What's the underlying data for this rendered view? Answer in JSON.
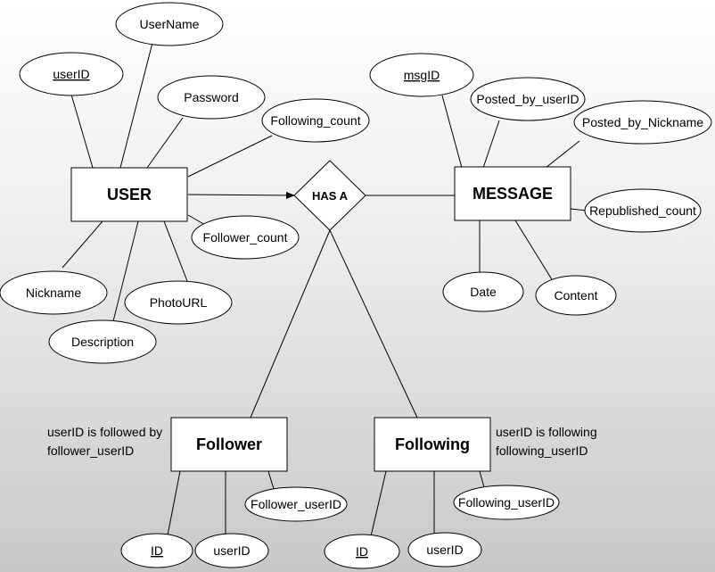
{
  "entities": {
    "user": "USER",
    "message": "MESSAGE",
    "follower": "Follower",
    "following": "Following"
  },
  "relationship": "HAS A",
  "attributes": {
    "user": {
      "userid": "userID",
      "username": "UserName",
      "password": "Password",
      "following_count": "Following_count",
      "follower_count": "Follower_count",
      "nickname": "Nickname",
      "photourl": "PhotoURL",
      "description": "Description"
    },
    "message": {
      "msgid": "msgID",
      "posted_by_userid": "Posted_by_userID",
      "posted_by_nickname": "Posted_by_Nickname",
      "republished_count": "Republished_count",
      "date": "Date",
      "content": "Content"
    },
    "follower": {
      "id": "ID",
      "userid": "userID",
      "follower_userid": "Follower_userID"
    },
    "following": {
      "id": "ID",
      "userid": "userID",
      "following_userid": "Following_userID"
    }
  },
  "notes": {
    "follower": [
      "userID is followed by",
      "follower_userID"
    ],
    "following": [
      "userID is following",
      "following_userID"
    ]
  },
  "key_attributes": [
    "user.userid",
    "message.msgid",
    "follower.id",
    "following.id"
  ]
}
